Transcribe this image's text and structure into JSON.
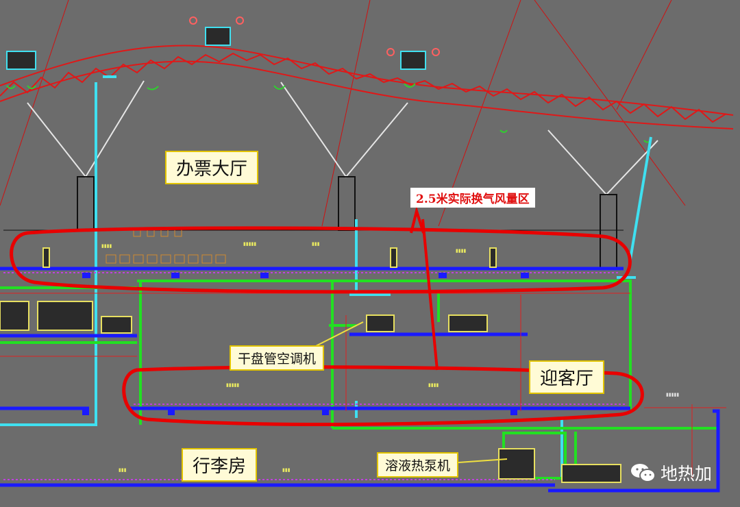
{
  "labels": {
    "ticket_hall": "办票大厅",
    "air_exchange_zone": "2.5米实际换气风量区",
    "fan_coil": "干盘管空调机",
    "arrival_hall": "迎客厅",
    "baggage_room": "行李房",
    "heat_pump": "溶液热泵机"
  },
  "watermark": {
    "text": "地热加",
    "icon": "wechat-icon"
  },
  "colors": {
    "background": "#6c6c6c",
    "truss": "#e01818",
    "duct_cyan": "#3fe0f0",
    "pipe_green": "#22e022",
    "floor_blue": "#1a1aff",
    "highlight_red": "#e80000",
    "label_fill": "#fffbd6"
  }
}
